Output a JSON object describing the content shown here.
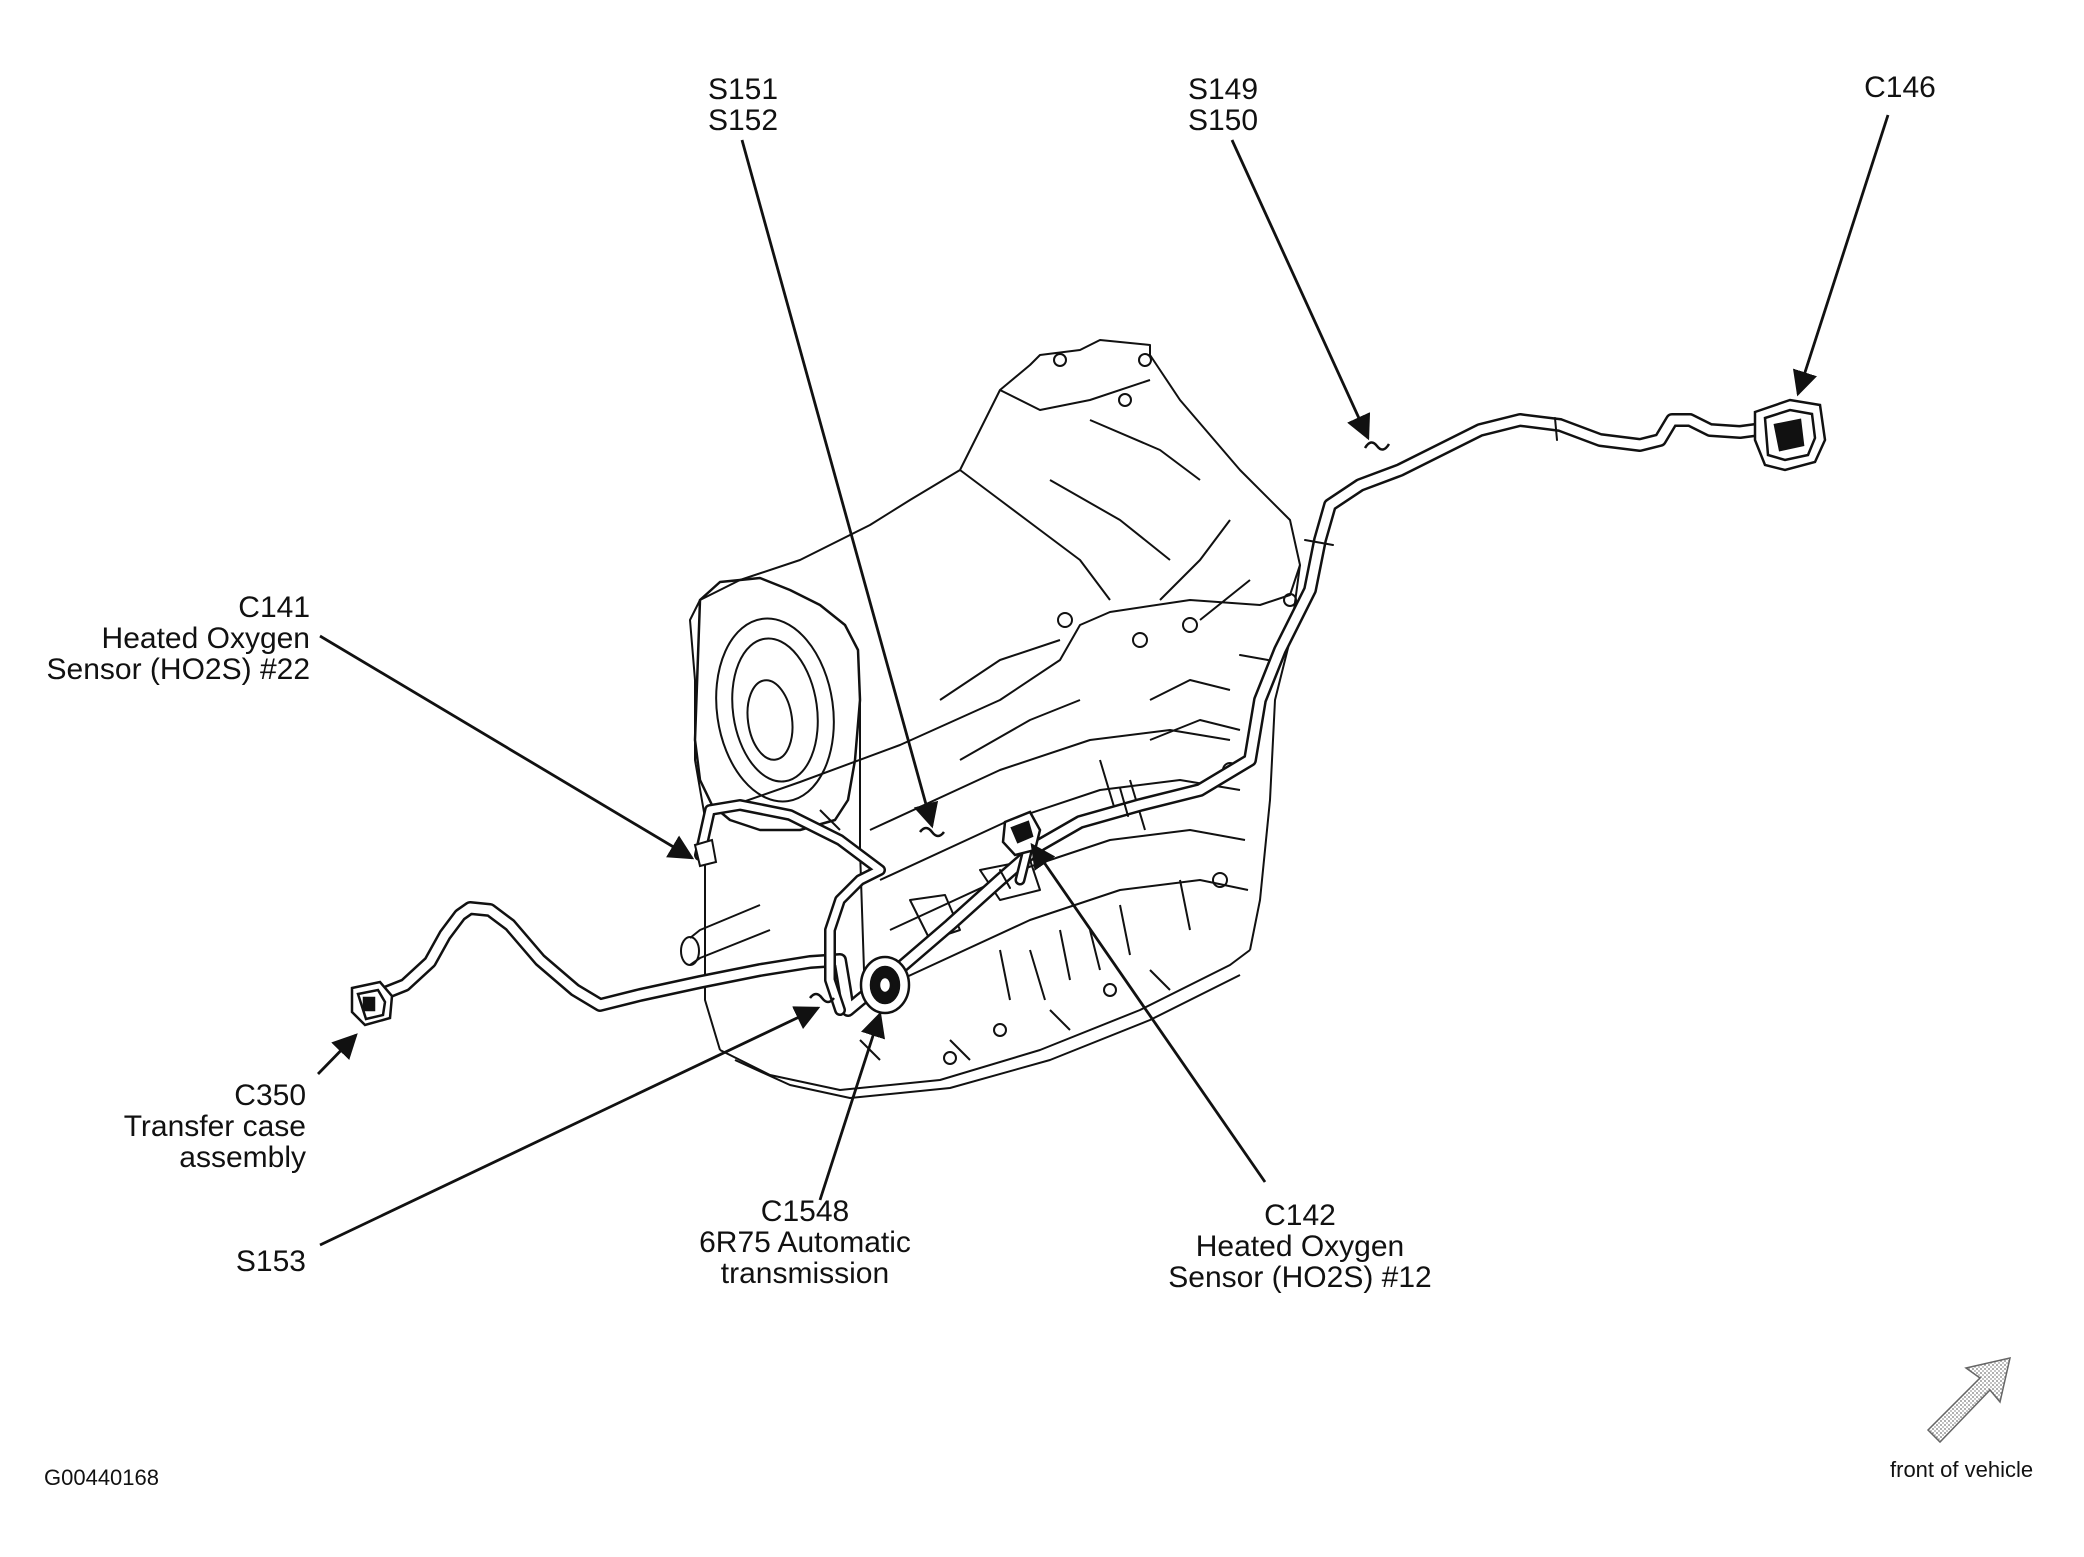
{
  "figure_id": "G00440168",
  "orientation_label": "front of vehicle",
  "callouts": {
    "s151_s152": {
      "line1": "S151",
      "line2": "S152"
    },
    "s149_s150": {
      "line1": "S149",
      "line2": "S150"
    },
    "c146": {
      "line1": "C146"
    },
    "c141": {
      "line1": "C141",
      "line2": "Heated Oxygen",
      "line3": "Sensor (HO2S) #22"
    },
    "c350": {
      "line1": "C350",
      "line2": "Transfer case",
      "line3": "assembly"
    },
    "s153": {
      "line1": "S153"
    },
    "c1548": {
      "line1": "C1548",
      "line2": "6R75 Automatic",
      "line3": "transmission"
    },
    "c142": {
      "line1": "C142",
      "line2": "Heated Oxygen",
      "line3": "Sensor (HO2S) #12"
    }
  },
  "colors": {
    "ink": "#111111",
    "background": "#ffffff",
    "arrow_fill": "#bdbdbd"
  }
}
